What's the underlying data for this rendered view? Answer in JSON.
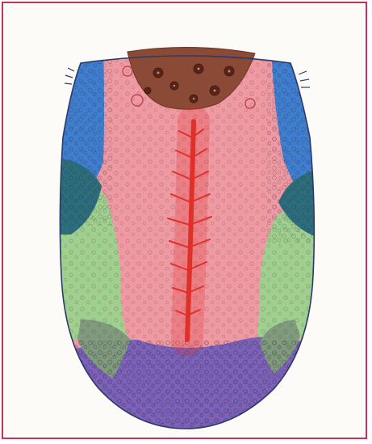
{
  "image": {
    "subject": "tongue-map-illustration",
    "frame_color": "#c8325a",
    "paper_color": "#fdfbf8",
    "regions": [
      {
        "name": "tip",
        "color": "#7c62b8"
      },
      {
        "name": "center",
        "color": "#ef9aa3"
      },
      {
        "name": "root",
        "color": "#8a4a35"
      },
      {
        "name": "left-side-upper",
        "color": "#3f7fd0"
      },
      {
        "name": "right-side-upper",
        "color": "#3f7fd0"
      },
      {
        "name": "left-side-lower",
        "color": "#9fd08f"
      },
      {
        "name": "right-side-lower",
        "color": "#9fd08f"
      },
      {
        "name": "left-overlap-upper",
        "color": "#2c6f7c"
      },
      {
        "name": "right-overlap-upper",
        "color": "#2c6f7c"
      },
      {
        "name": "left-overlap-lower",
        "color": "#7f9a7c"
      },
      {
        "name": "right-overlap-lower",
        "color": "#7f9a7c"
      },
      {
        "name": "median-fissure",
        "color": "#e0302a"
      }
    ]
  }
}
